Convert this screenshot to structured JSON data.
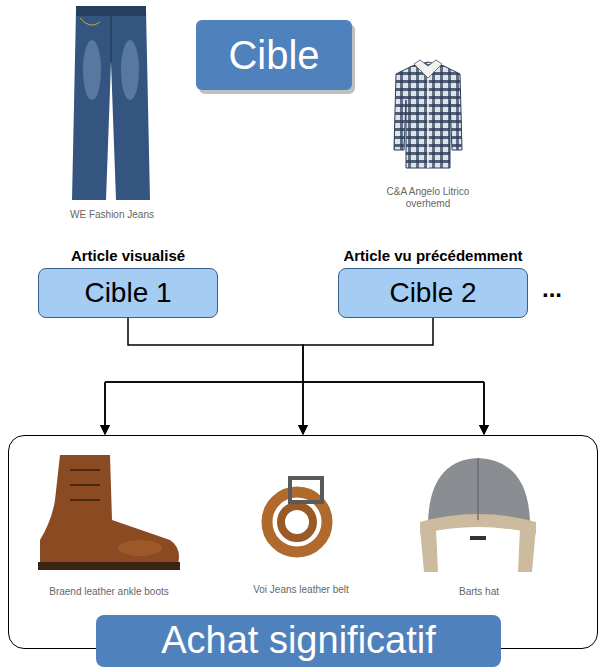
{
  "diagram": {
    "nodes": [
      {
        "text": [
          "Cible"
        ]
      },
      {
        "text": [
          "Article visualisé",
          "Cible 1"
        ]
      },
      {
        "text": [
          "Article vu précédemment",
          "Cible 2"
        ]
      },
      {
        "text": [
          "Braend leather ankle boots",
          "Voi Jeans leather belt",
          "Barts hat"
        ]
      },
      {
        "text": [
          "Achat significatif"
        ],
        "in": 3
      }
    ],
    "edges": [
      {
        "from": 1,
        "to": 3,
        "arrow": "to"
      },
      {
        "from": 2,
        "to": 3,
        "arrow": "to"
      }
    ],
    "labels": [
      "WE Fashion Jeans",
      "C&A Angelo Litrico overhemd",
      "..."
    ]
  }
}
